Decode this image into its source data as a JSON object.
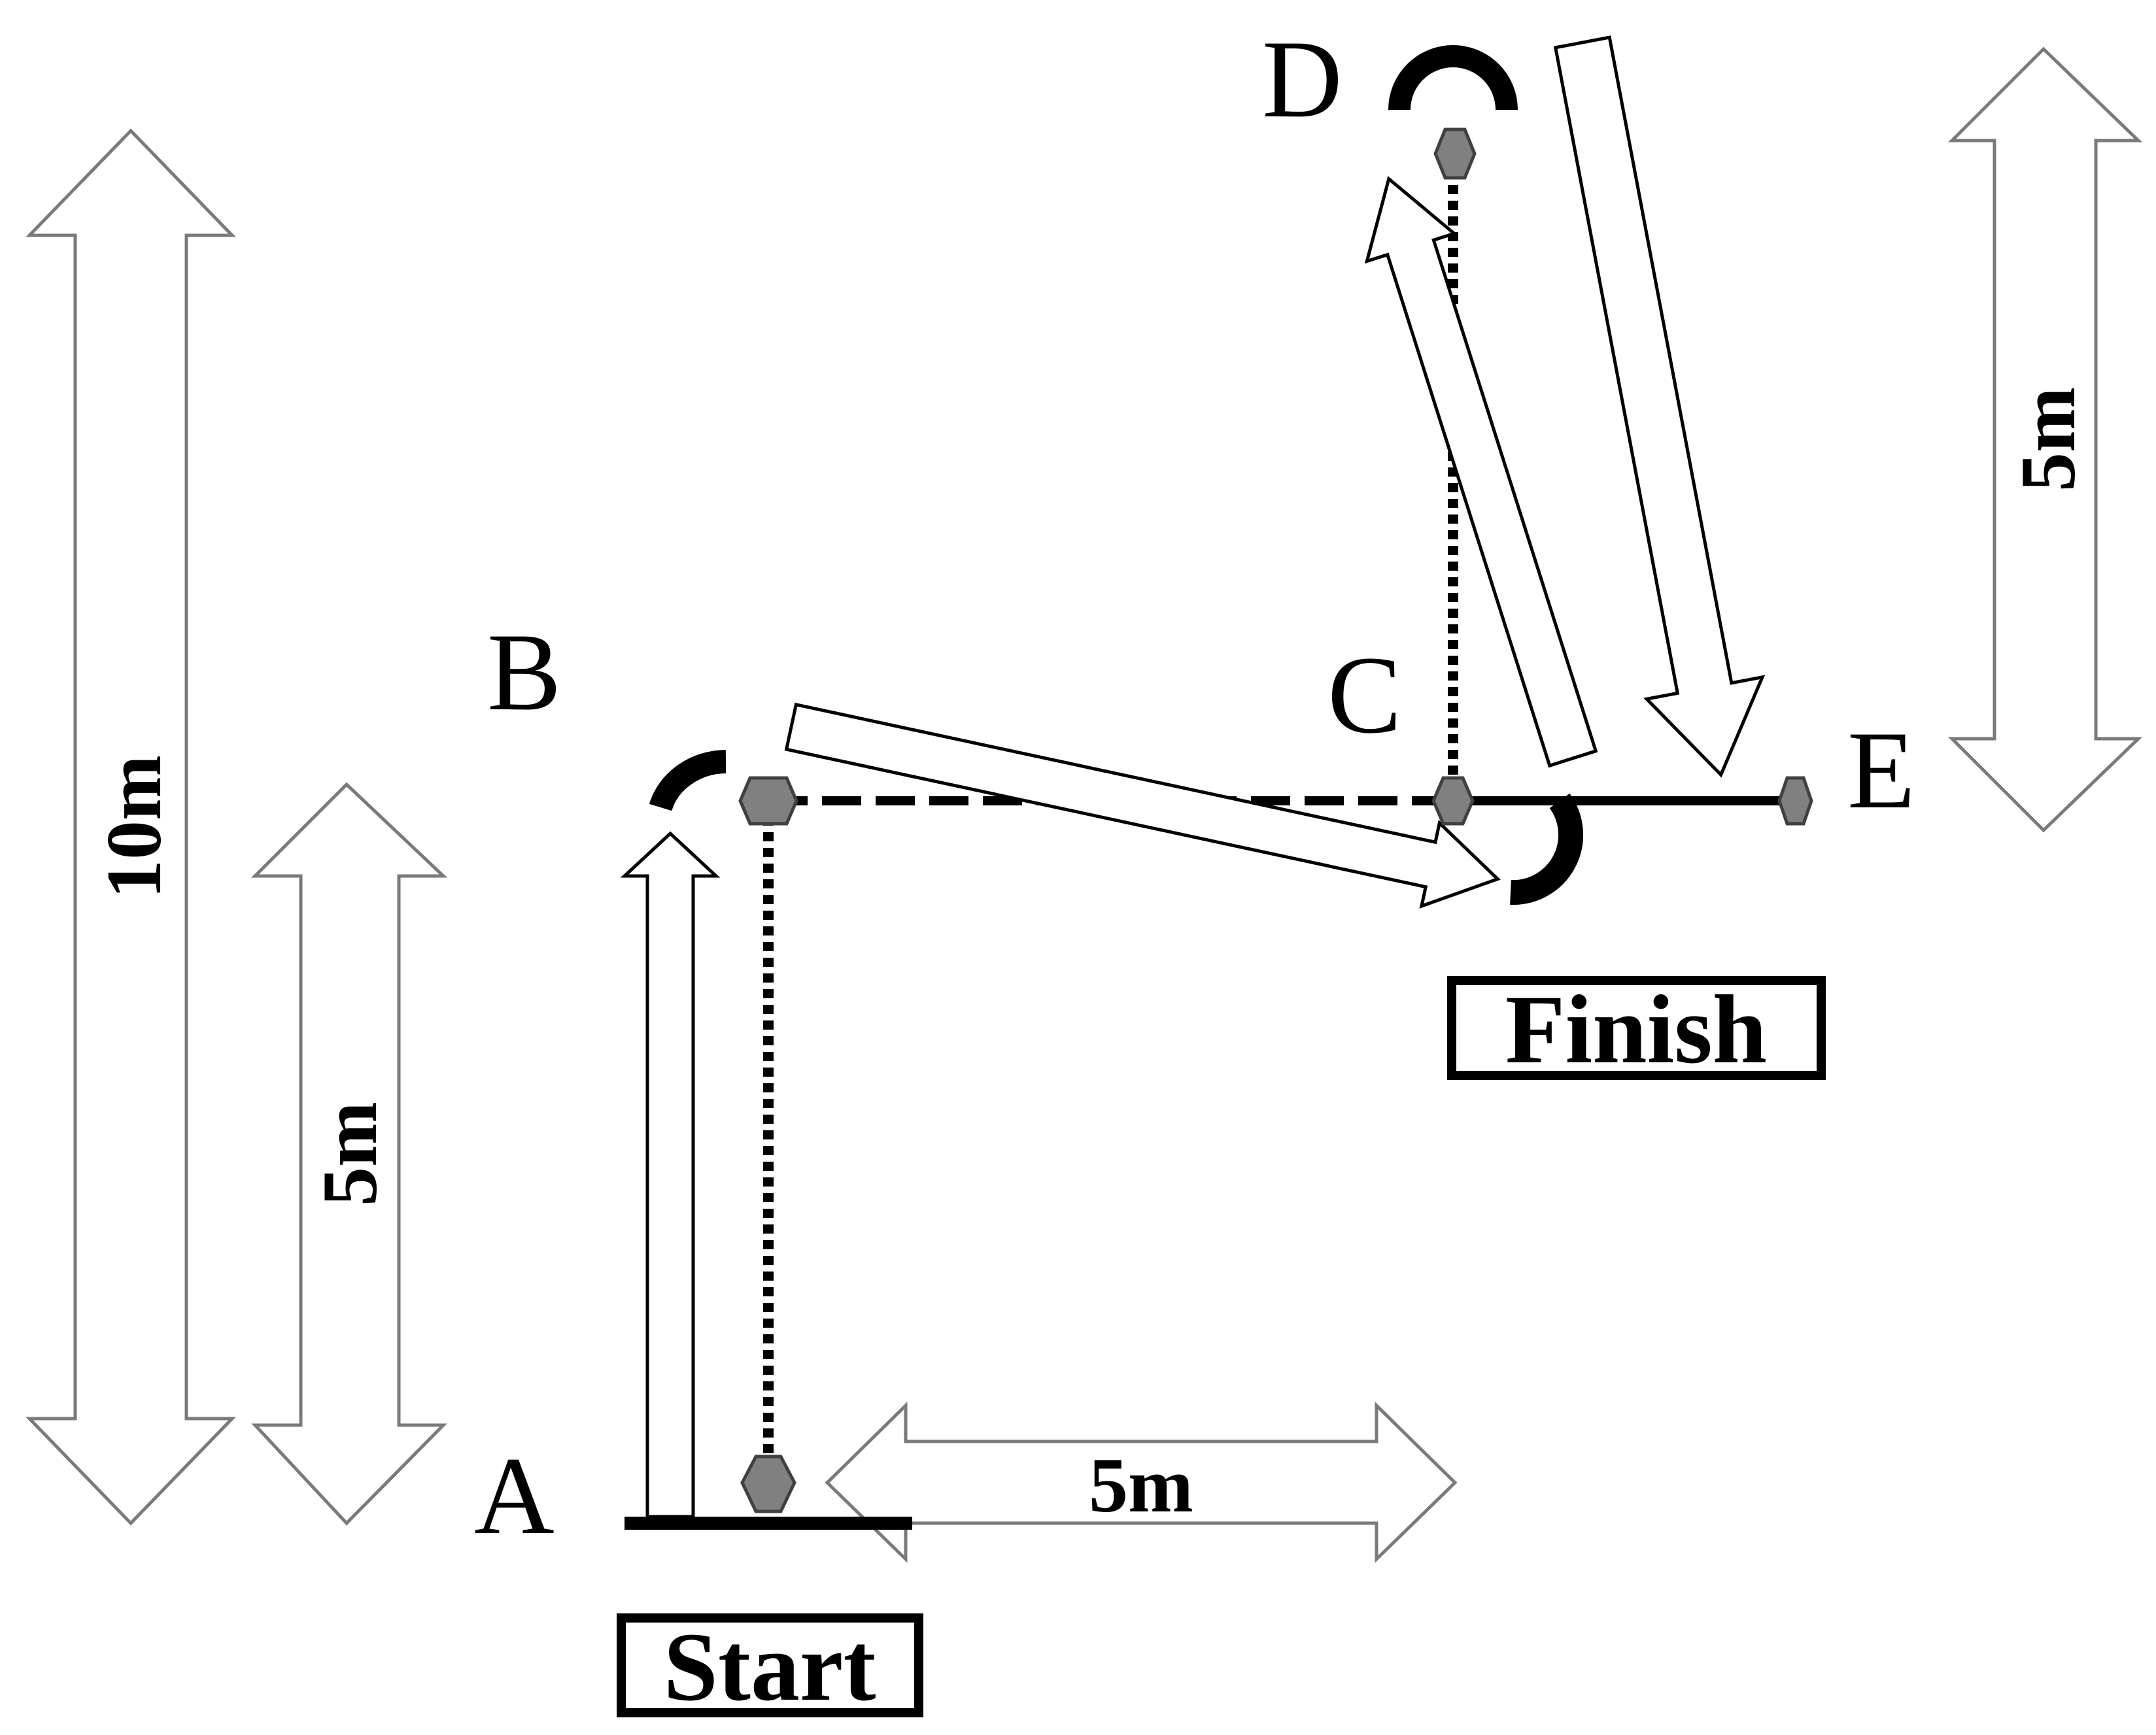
{
  "points": {
    "a": "A",
    "b": "B",
    "c": "C",
    "d": "D",
    "e": "E"
  },
  "dimensions": {
    "left_long": "10m",
    "left_short": "5m",
    "bottom": "5m",
    "right": "5m"
  },
  "boxes": {
    "start": "Start",
    "finish": "Finish"
  },
  "colors": {
    "marker_fill": "#808080",
    "line": "#000000",
    "arrow_outline": "#7a7a7a"
  }
}
